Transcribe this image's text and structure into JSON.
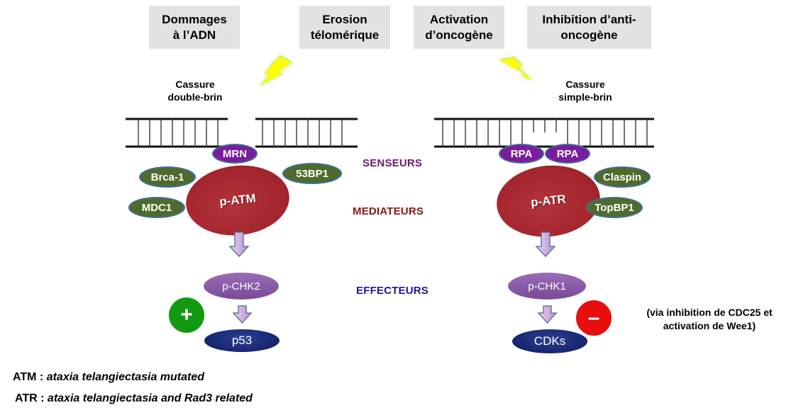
{
  "triggers": [
    {
      "label": "Dommages\nà l’ADN"
    },
    {
      "label": "Erosion\ntélomérique"
    },
    {
      "label": "Activation\nd’oncogène"
    },
    {
      "label": "Inhibition d’anti-\noncogène"
    }
  ],
  "levels": {
    "sensors": "SENSEURS",
    "mediators": "MEDIATEURS",
    "effectors": "EFFECTEURS"
  },
  "left_pathway": {
    "break_label": "Cassure\ndouble-brin",
    "sensor": "MRN",
    "kinase": "p-ATM",
    "partners": [
      "Brca-1",
      "MDC1",
      "53BP1"
    ],
    "effector": "p-CHK2",
    "target": "p53",
    "effect_sign": "+"
  },
  "right_pathway": {
    "break_label": "Cassure\nsimple-brin",
    "sensors": [
      "RPA",
      "RPA"
    ],
    "kinase": "p-ATR",
    "partners": [
      "Claspin",
      "TopBP1"
    ],
    "effector": "p-CHK1",
    "target": "CDKs",
    "effect_sign": "–",
    "note": "(via inhibition de CDC25 et\nactivation de Wee1)"
  },
  "legend": [
    {
      "abbr": "ATM :",
      "full": "ataxia telangiectasia mutated"
    },
    {
      "abbr": "ATR :",
      "full": "ataxia telangiectasia and Rad3 related"
    }
  ],
  "colors": {
    "sensors": "#6b1a6e",
    "mediators": "#8b1414",
    "effectors": "#1a1a8c",
    "plus": "#119a11",
    "minus": "#e80e0e",
    "lightning": "#ffff00"
  }
}
